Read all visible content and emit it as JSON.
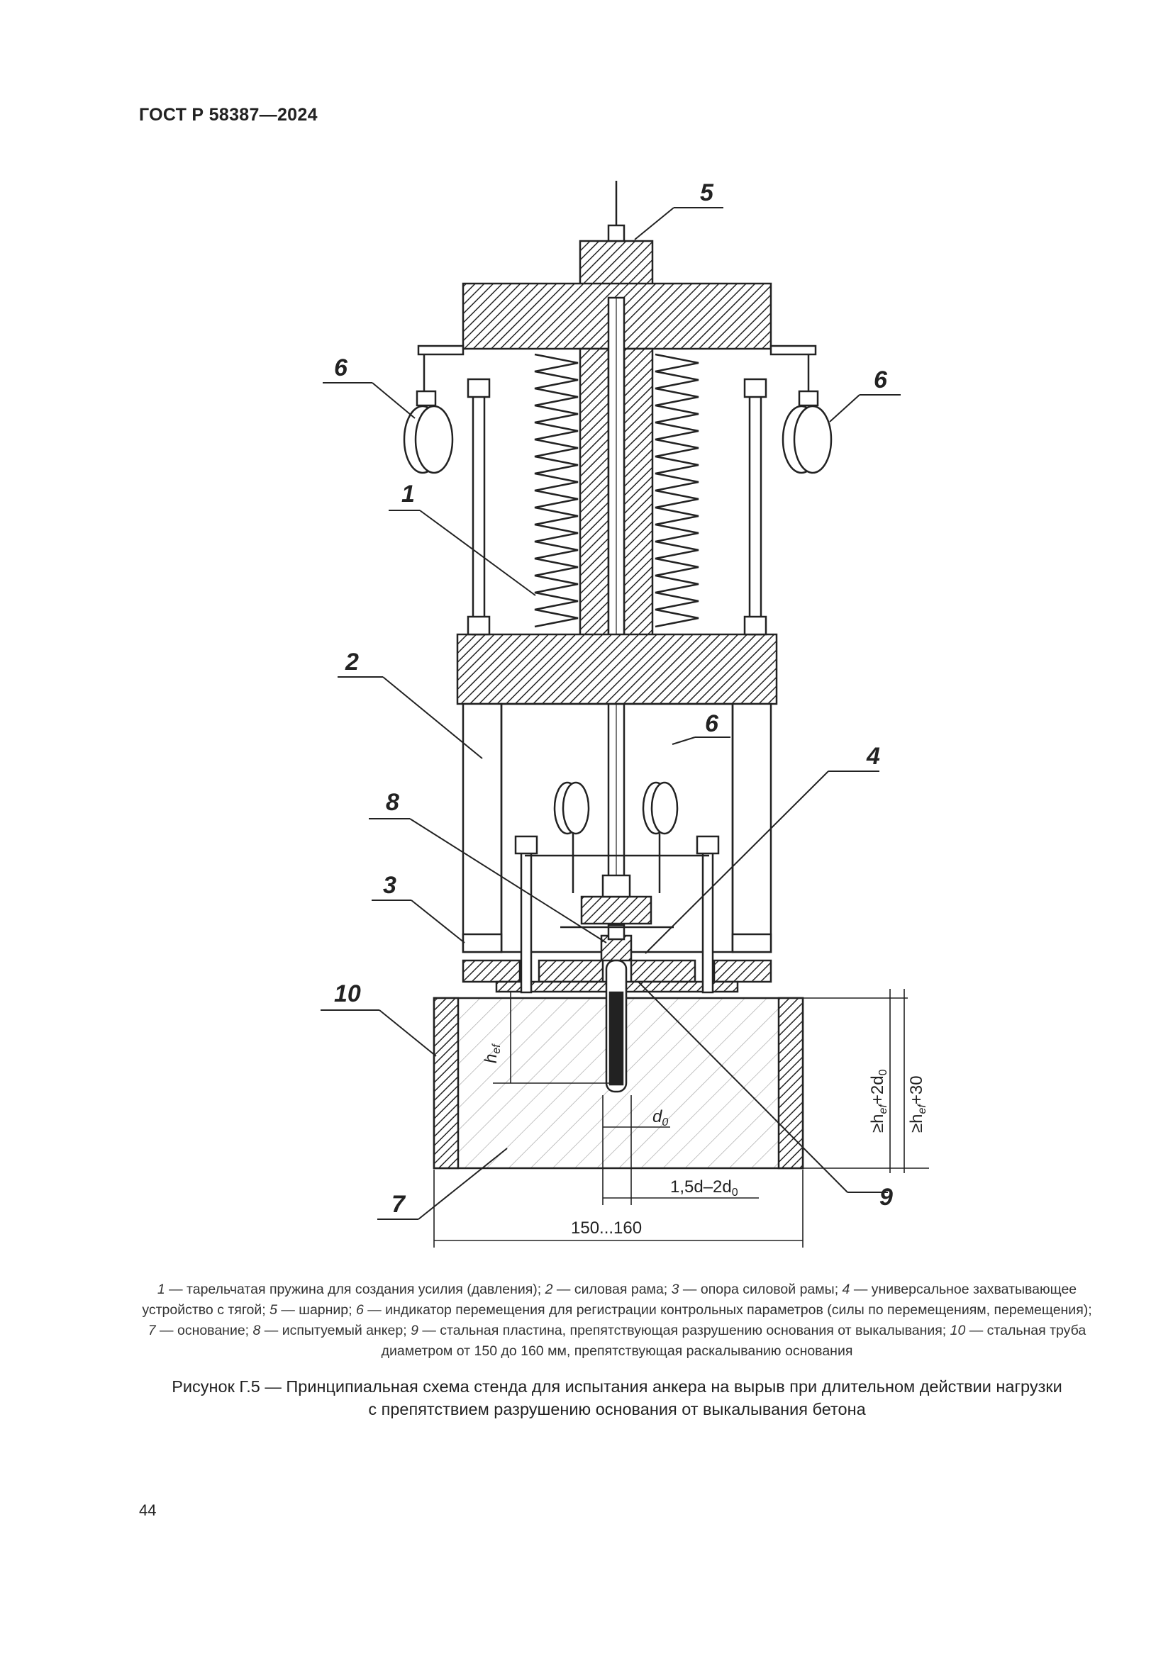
{
  "header": {
    "standard": "ГОСТ Р 58387—2024"
  },
  "figure": {
    "callouts": [
      "1",
      "2",
      "3",
      "4",
      "5",
      "6",
      "7",
      "8",
      "9",
      "10"
    ],
    "dimensions": {
      "hef": "h",
      "hef_sub": "ef",
      "d0": "d",
      "d0_sub": "0",
      "pitch": "1,5d–2d",
      "pitch_sub": "0",
      "width": "150...160",
      "height1": "≥h",
      "height1_sub": "ef",
      "height1_tail": "+2d",
      "height1_tail_sub": "0",
      "height2": "≥h",
      "height2_sub": "ef",
      "height2_tail": "+30"
    }
  },
  "legend": [
    {
      "num": "1",
      "text": " — тарельчатая пружина для создания усилия (давления); "
    },
    {
      "num": "2",
      "text": " — силовая рама; "
    },
    {
      "num": "3",
      "text": " — опора силовой рамы; "
    },
    {
      "num": "4",
      "text": " — универсальное захватывающее устройство с тягой; "
    },
    {
      "num": "5",
      "text": " — шарнир; "
    },
    {
      "num": "6",
      "text": " — индикатор перемещения для регистрации контрольных параметров (силы по перемещениям, перемещения); "
    },
    {
      "num": "7",
      "text": " — основание; "
    },
    {
      "num": "8",
      "text": " — испытуемый анкер; "
    },
    {
      "num": "9",
      "text": " — стальная пластина, препятствующая разрушению основания от выкалывания; "
    },
    {
      "num": "10",
      "text": " — стальная труба диаметром от 150 до 160 мм, препятствующая раскалыванию основания"
    }
  ],
  "caption": {
    "line1": "Рисунок Г.5 — Принципиальная схема стенда для испытания анкера на вырыв при длительном действии нагрузки",
    "line2": "с препятствием разрушению основания от выкалывания бетона"
  },
  "page_number": "44"
}
